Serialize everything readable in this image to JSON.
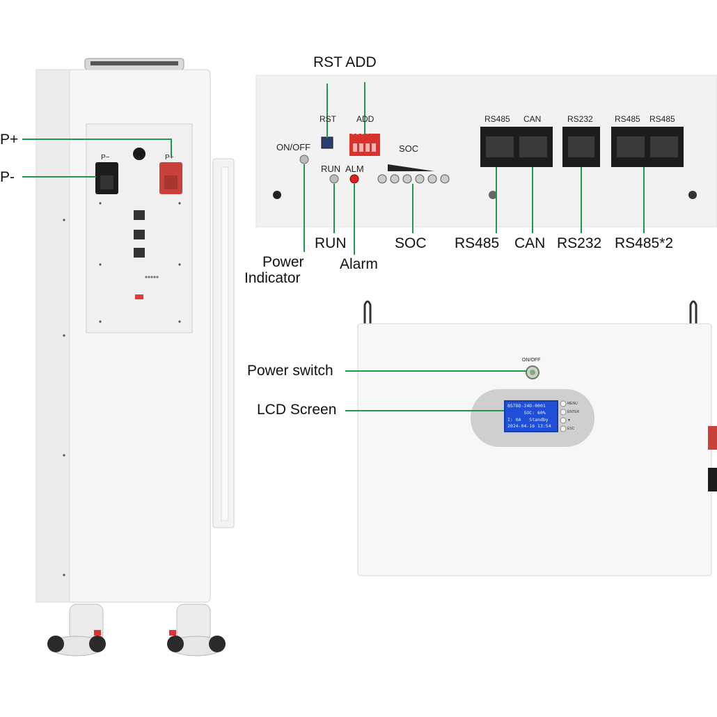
{
  "callouts": {
    "p_plus": "P+",
    "p_minus": "P-",
    "rst_add": "RST ADD",
    "run": "RUN",
    "alarm": "Alarm",
    "soc": "SOC",
    "power_indicator_1": "Power",
    "power_indicator_2": "Indicator",
    "rs485": "RS485",
    "can": "CAN",
    "rs232": "RS232",
    "rs485x2": "RS485*2",
    "power_switch": "Power switch",
    "lcd_screen": "LCD Screen"
  },
  "panel_labels": {
    "on_off": "ON/OFF",
    "rst": "RST",
    "add": "ADD",
    "run": "RUN",
    "alm": "ALM",
    "soc": "SOC",
    "port_rs485_a": "RS485",
    "port_can": "CAN",
    "port_rs232": "RS232",
    "port_rs485_b": "RS485",
    "port_rs485_c": "RS485",
    "dip_numbers": "1 2 3 4",
    "front_p_minus": "P−",
    "front_p_plus": "P+",
    "wall_on_off": "ON/OFF"
  },
  "lcd": {
    "line1": "BSTBD-24D-0001",
    "line2": "      SOC: 60%",
    "line3": "I: 0A   Standby",
    "line4": "2024-04-16 13:54"
  },
  "lcd_buttons": {
    "menu": "MENU",
    "enter": "ENTER",
    "down": "▼",
    "esc": "ESC"
  },
  "colors": {
    "callout_line": "#1a9a4a",
    "lcd_blue": "#1f4fd8",
    "terminal_red": "#c8413a",
    "terminal_black": "#1c1c1c"
  }
}
